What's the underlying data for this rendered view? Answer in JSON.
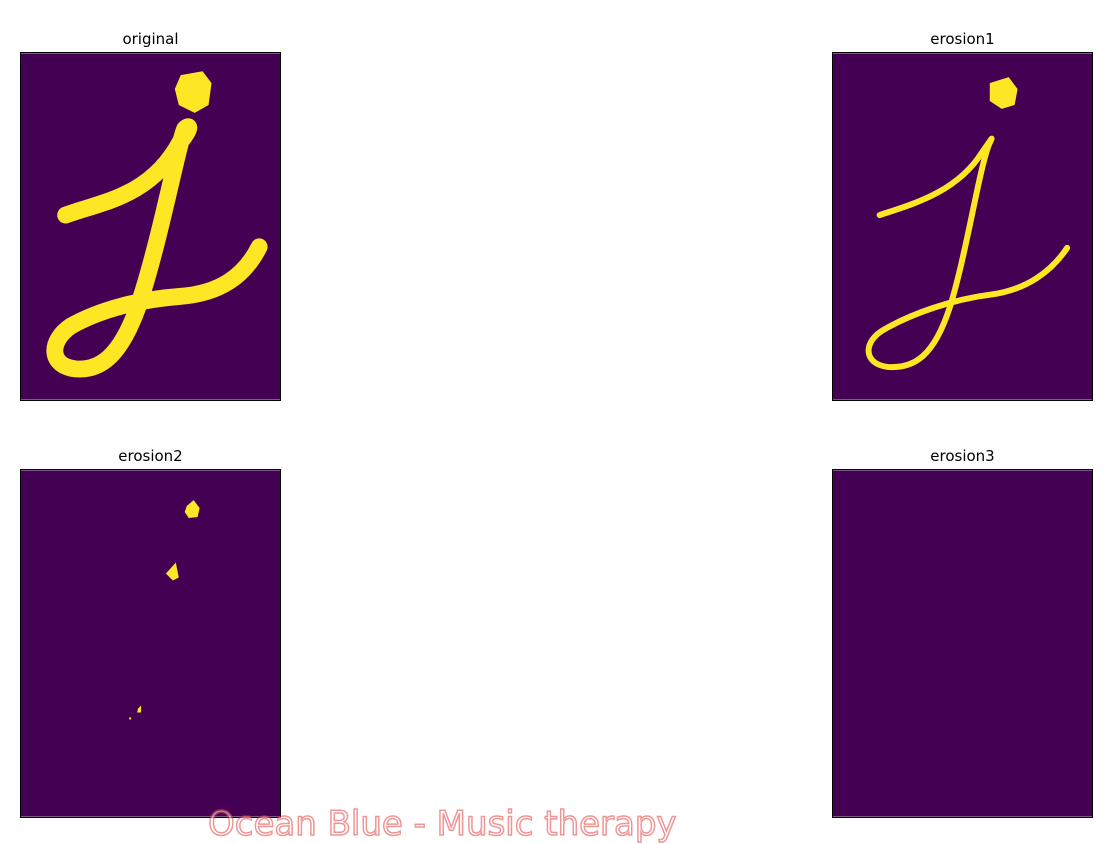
{
  "figure": {
    "background_color": "#440154",
    "foreground_color": "#fde725",
    "panels": [
      {
        "id": "original",
        "title": "original"
      },
      {
        "id": "erosion1",
        "title": "erosion1"
      },
      {
        "id": "erosion2",
        "title": "erosion2"
      },
      {
        "id": "erosion3",
        "title": "erosion3"
      }
    ]
  },
  "watermark": {
    "text": "Ocean Blue - Music therapy"
  }
}
